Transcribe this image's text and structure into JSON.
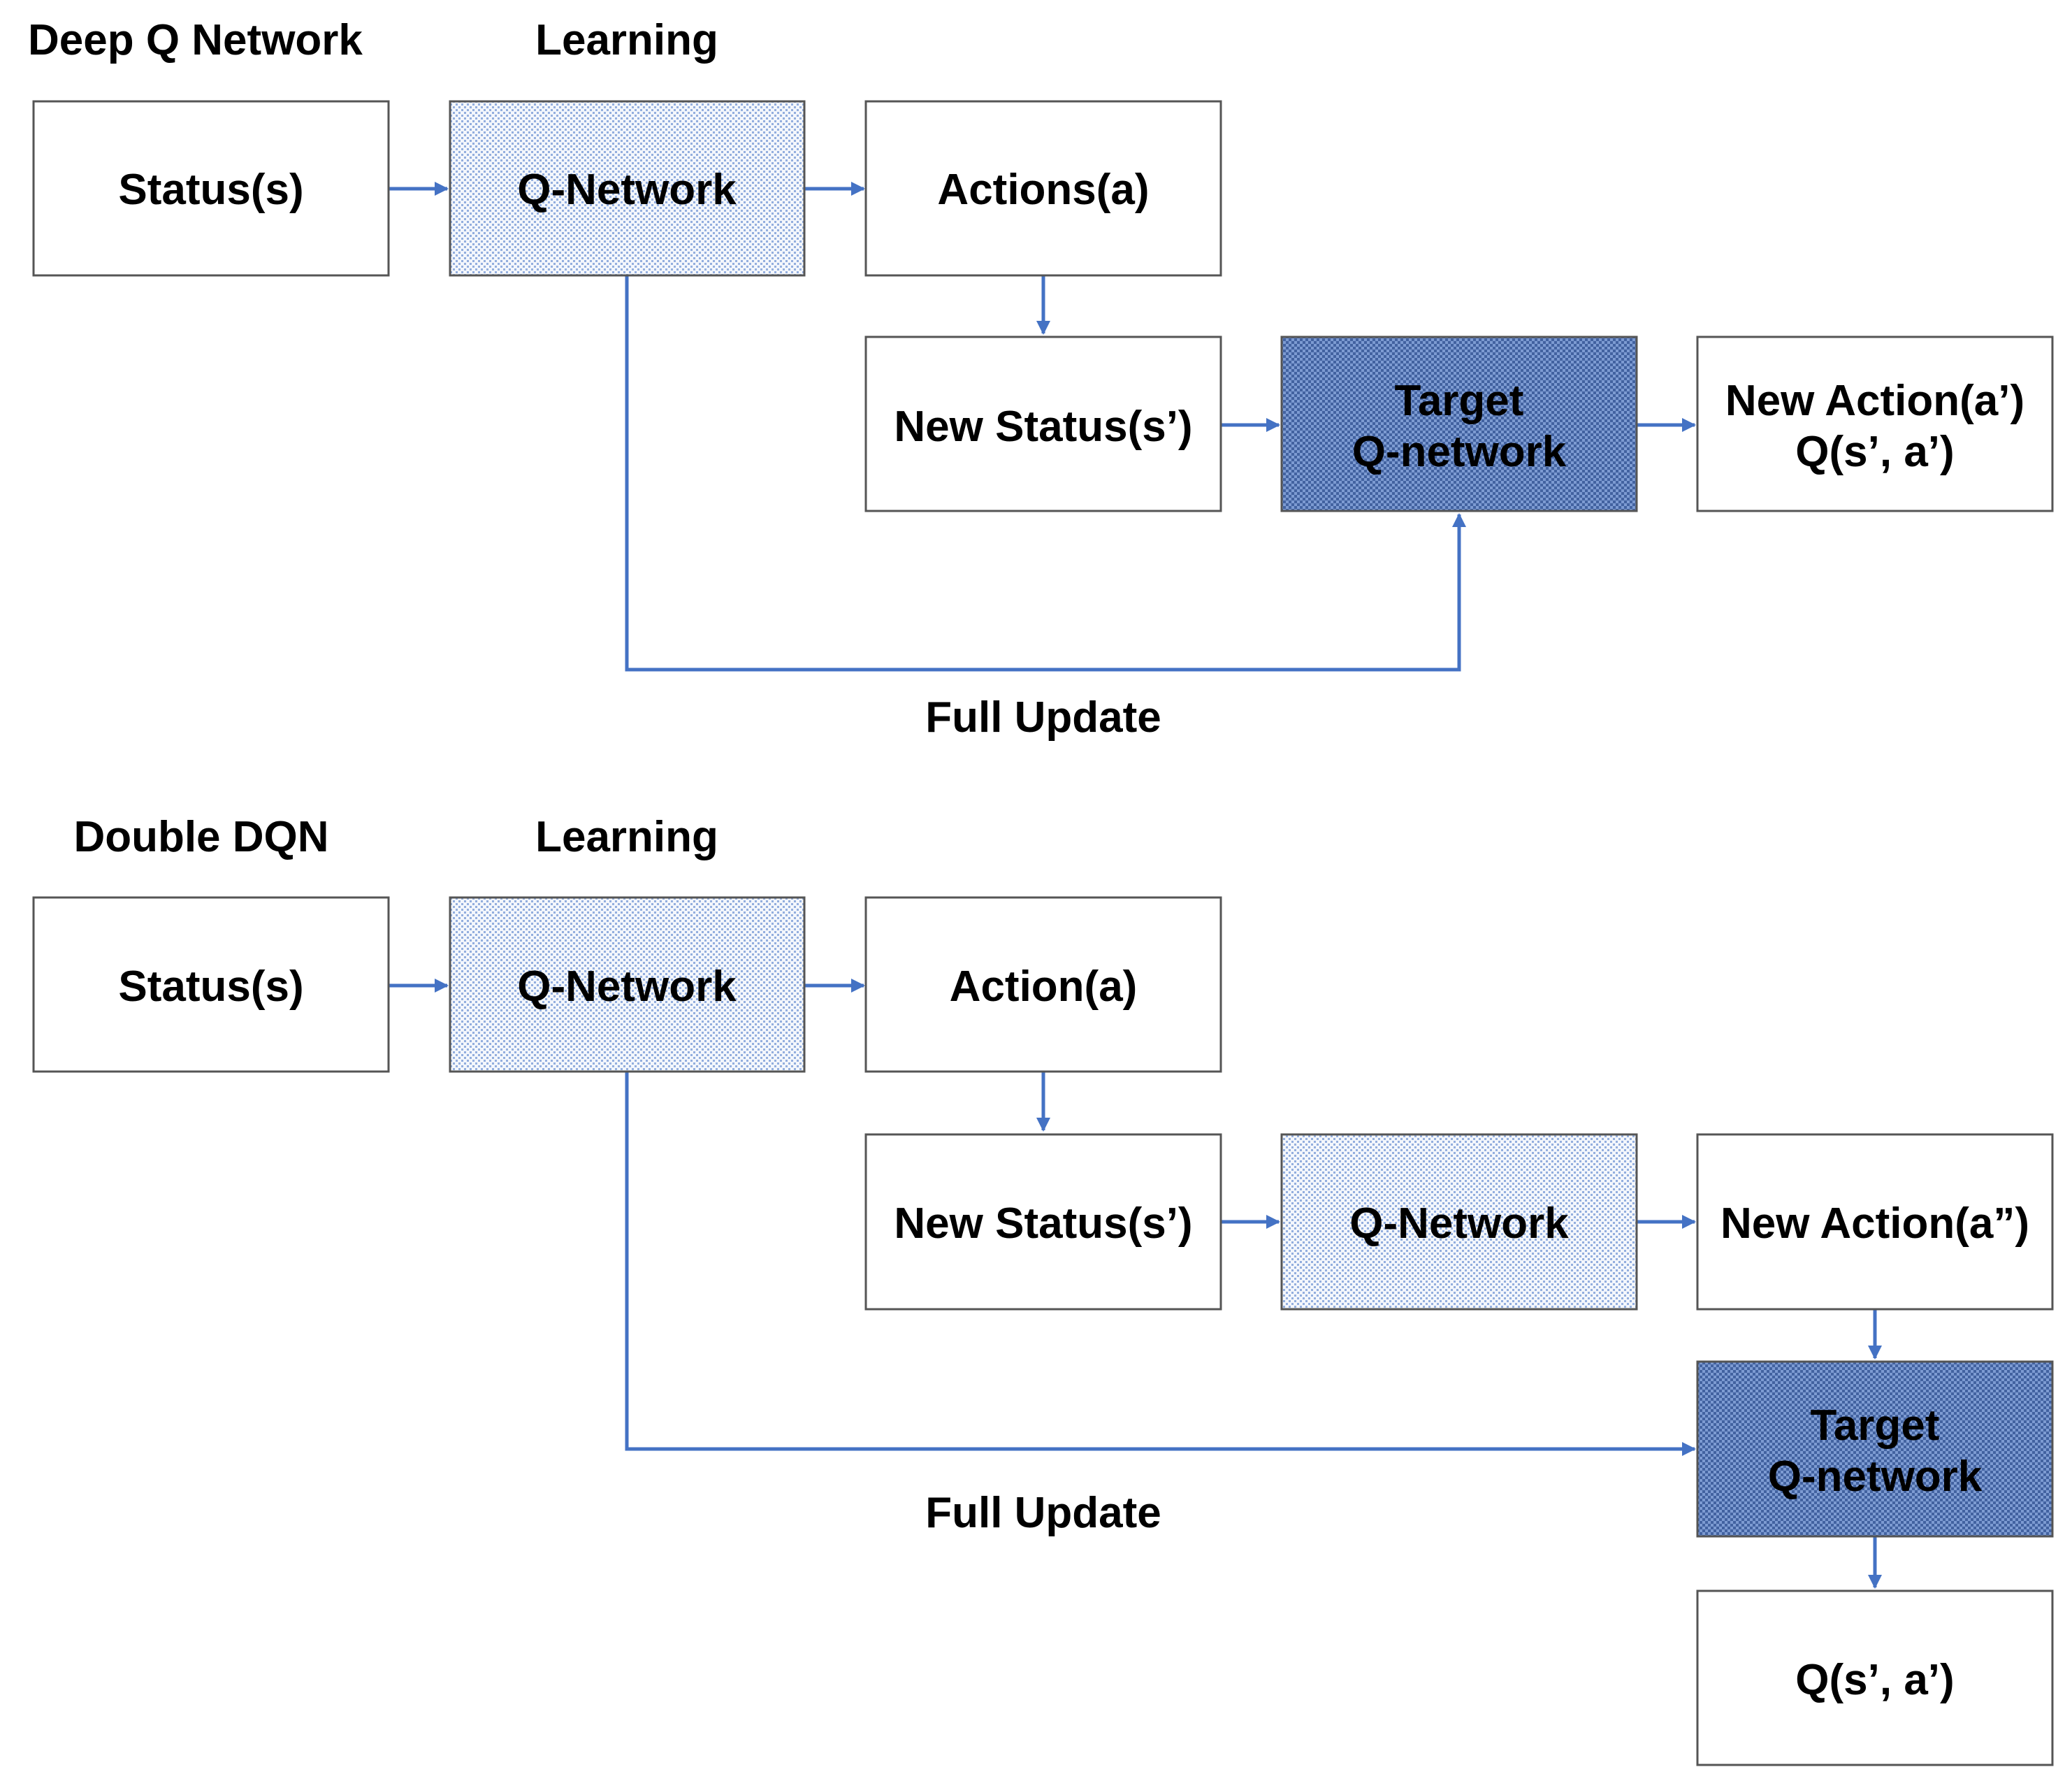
{
  "colors": {
    "connector": "#4472C4",
    "box_border": "#555555",
    "plain_fill": "#ffffff",
    "light_pattern_bg": "#f4f7fc",
    "light_pattern_dot": "#4472C4",
    "dark_pattern_bg": "#6f8fca",
    "dark_pattern_dot": "#2f4f8f"
  },
  "dqn": {
    "section_title": "Deep Q Network",
    "learning_label": "Learning",
    "status": "Status(s)",
    "q_network": "Q-Network",
    "actions": "Actions(a)",
    "new_status": "New Status(s’)",
    "target_line1": "Target",
    "target_line2": "Q-network",
    "new_action_line1": "New Action(a’)",
    "new_action_line2": "Q(s’, a’)",
    "full_update": "Full Update"
  },
  "ddqn": {
    "section_title": "Double DQN",
    "learning_label": "Learning",
    "status": "Status(s)",
    "q_network": "Q-Network",
    "action": "Action(a)",
    "new_status": "New Status(s’)",
    "q_network_2": "Q-Network",
    "new_action": "New Action(a”)",
    "target_line1": "Target",
    "target_line2": "Q-network",
    "q_value": "Q(s’, a’)",
    "full_update": "Full Update"
  }
}
